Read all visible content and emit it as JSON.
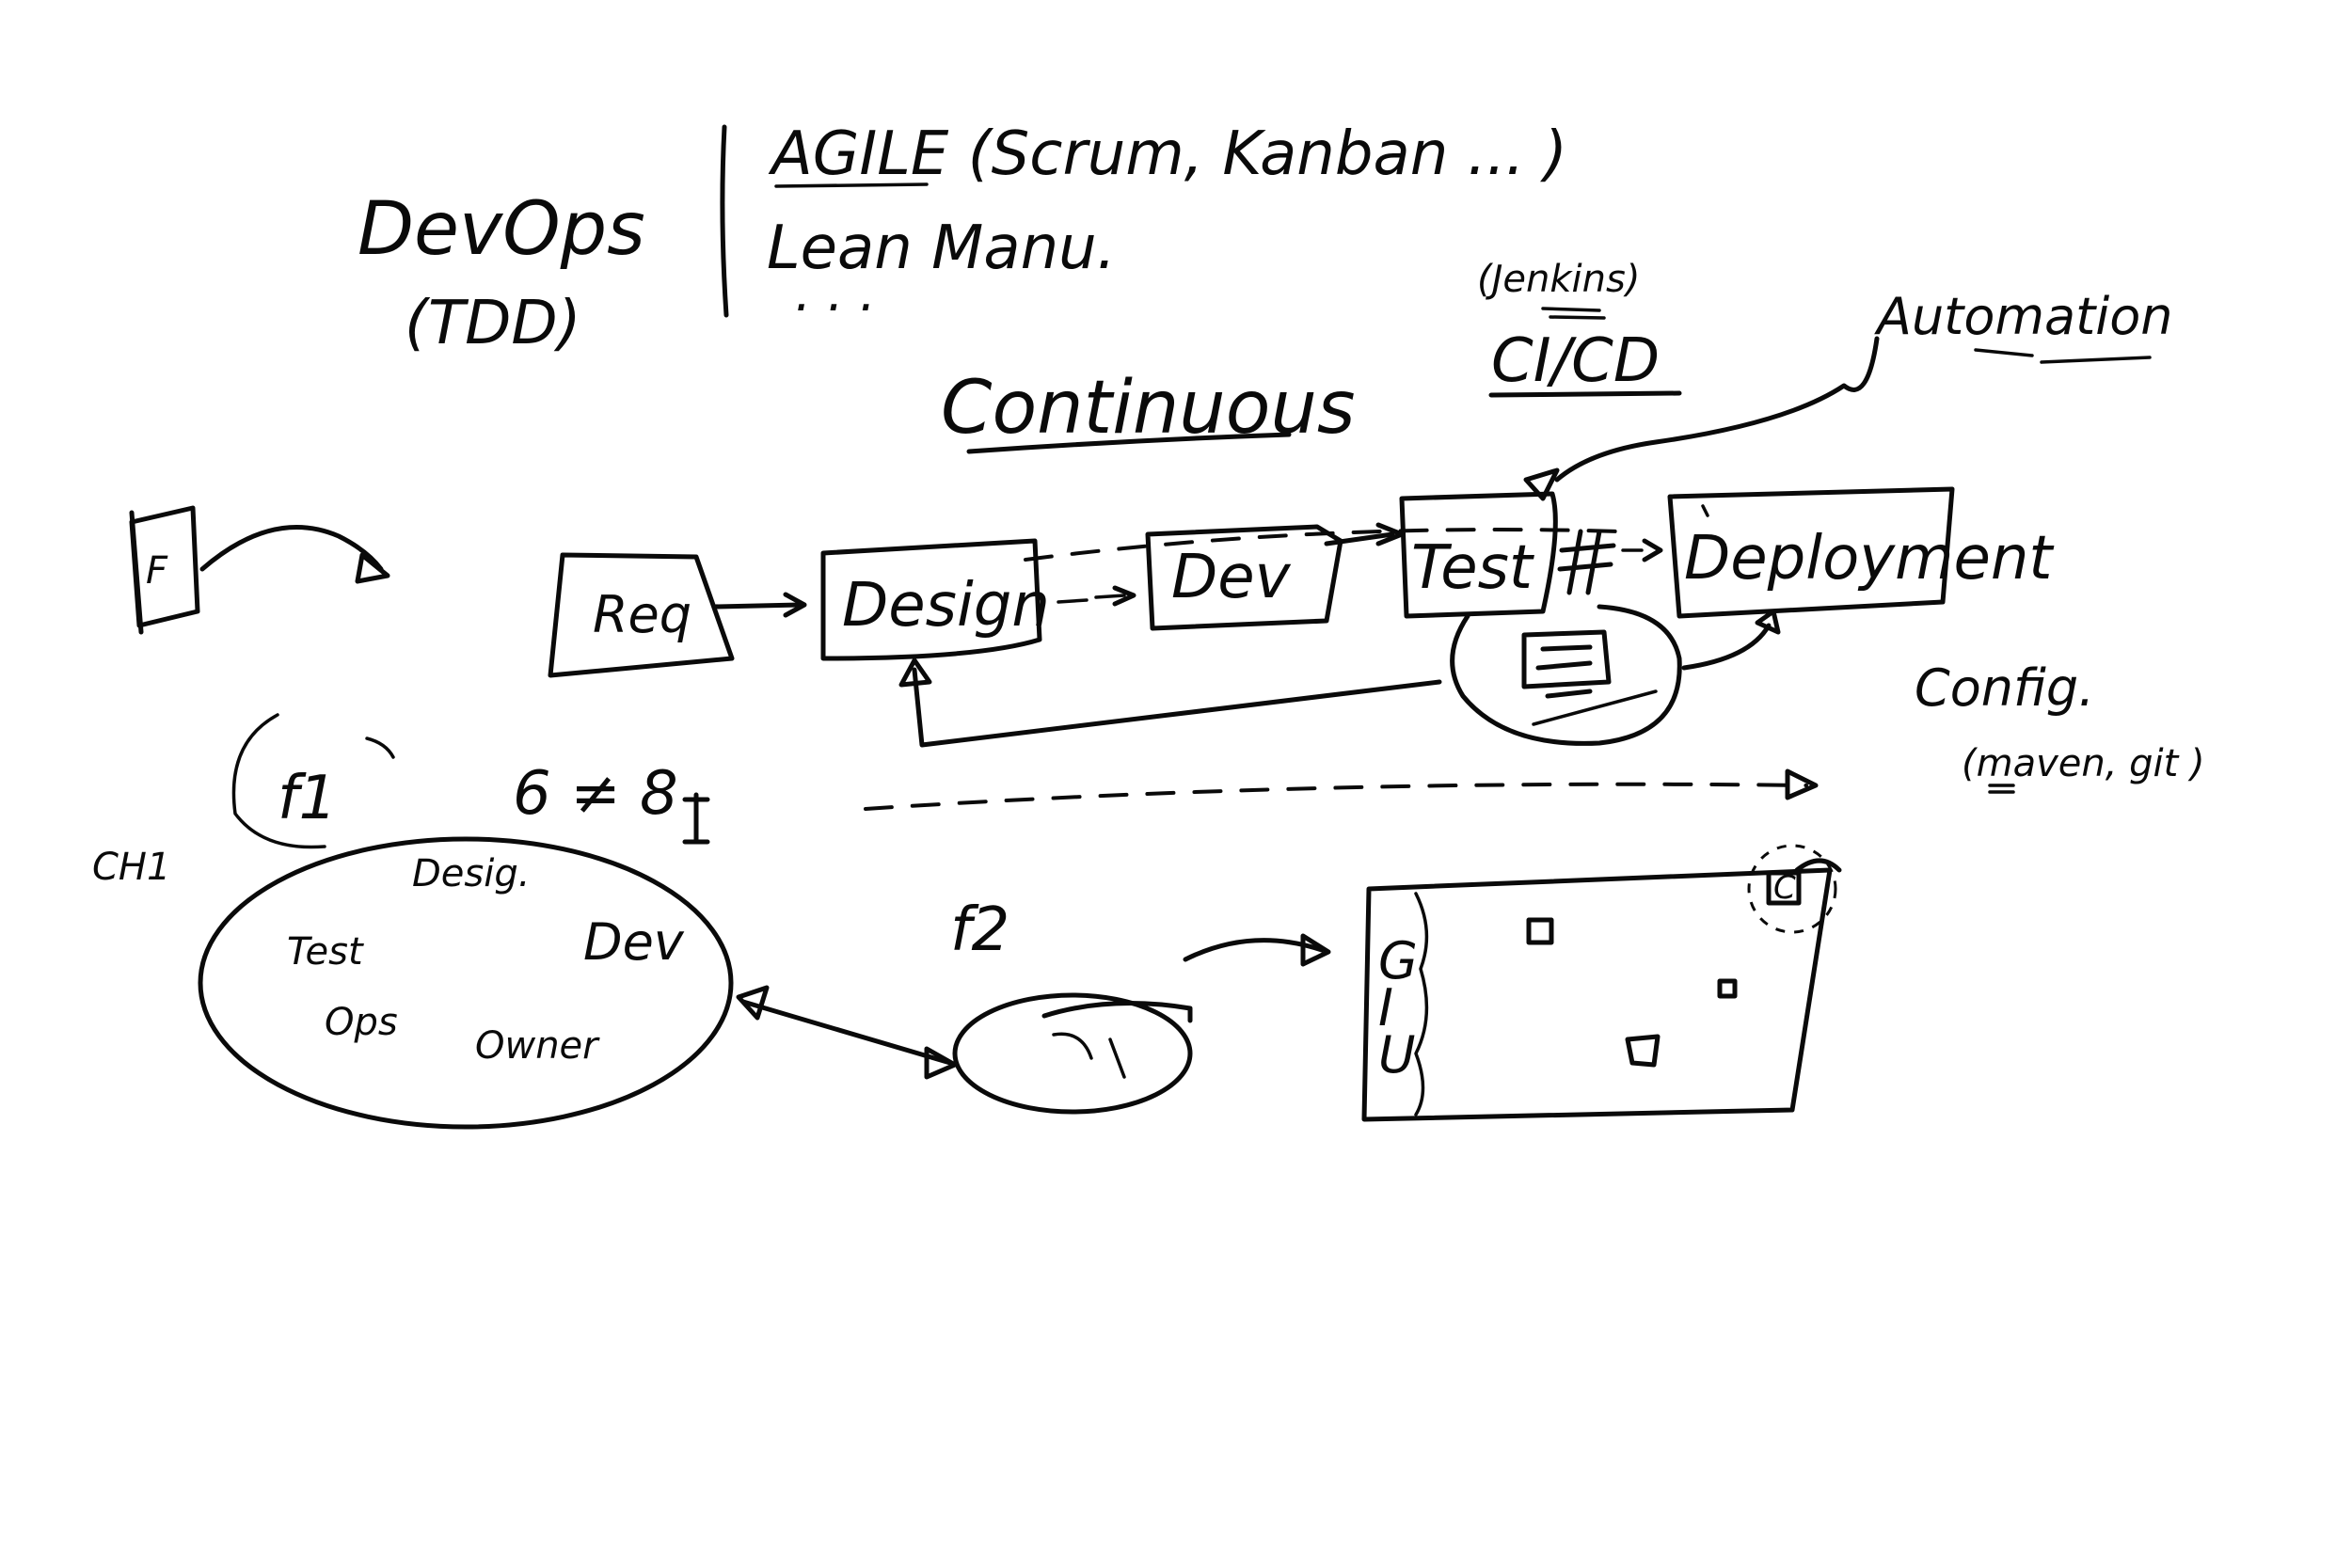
{
  "texts": {
    "devops": "DevOps",
    "tdd": "(TDD)",
    "agile": "AGILE (Scrum, Kanban ... )",
    "lean": "Lean Manu.",
    "ellipsis": ". . .",
    "jenkins": "(Jenkins)",
    "cicd": "CI/CD",
    "automation": "Automation",
    "continuous": "Continuous",
    "f_box": "F",
    "req": "Req",
    "design": "Design",
    "dev": "Dev",
    "test": "Test",
    "deployment": "Deployment",
    "config": "Config.",
    "config_tools": "(maven, git )",
    "f1": "f1",
    "team_size": "6 ≠ 8",
    "ch1": "CH1",
    "team_design": "Desig.",
    "team_test": "Test",
    "team_dev": "Dev",
    "team_ops": "Ops",
    "team_owner": "Owner",
    "f2": "f2",
    "gui_label": "GIU",
    "corner_label": "C"
  }
}
